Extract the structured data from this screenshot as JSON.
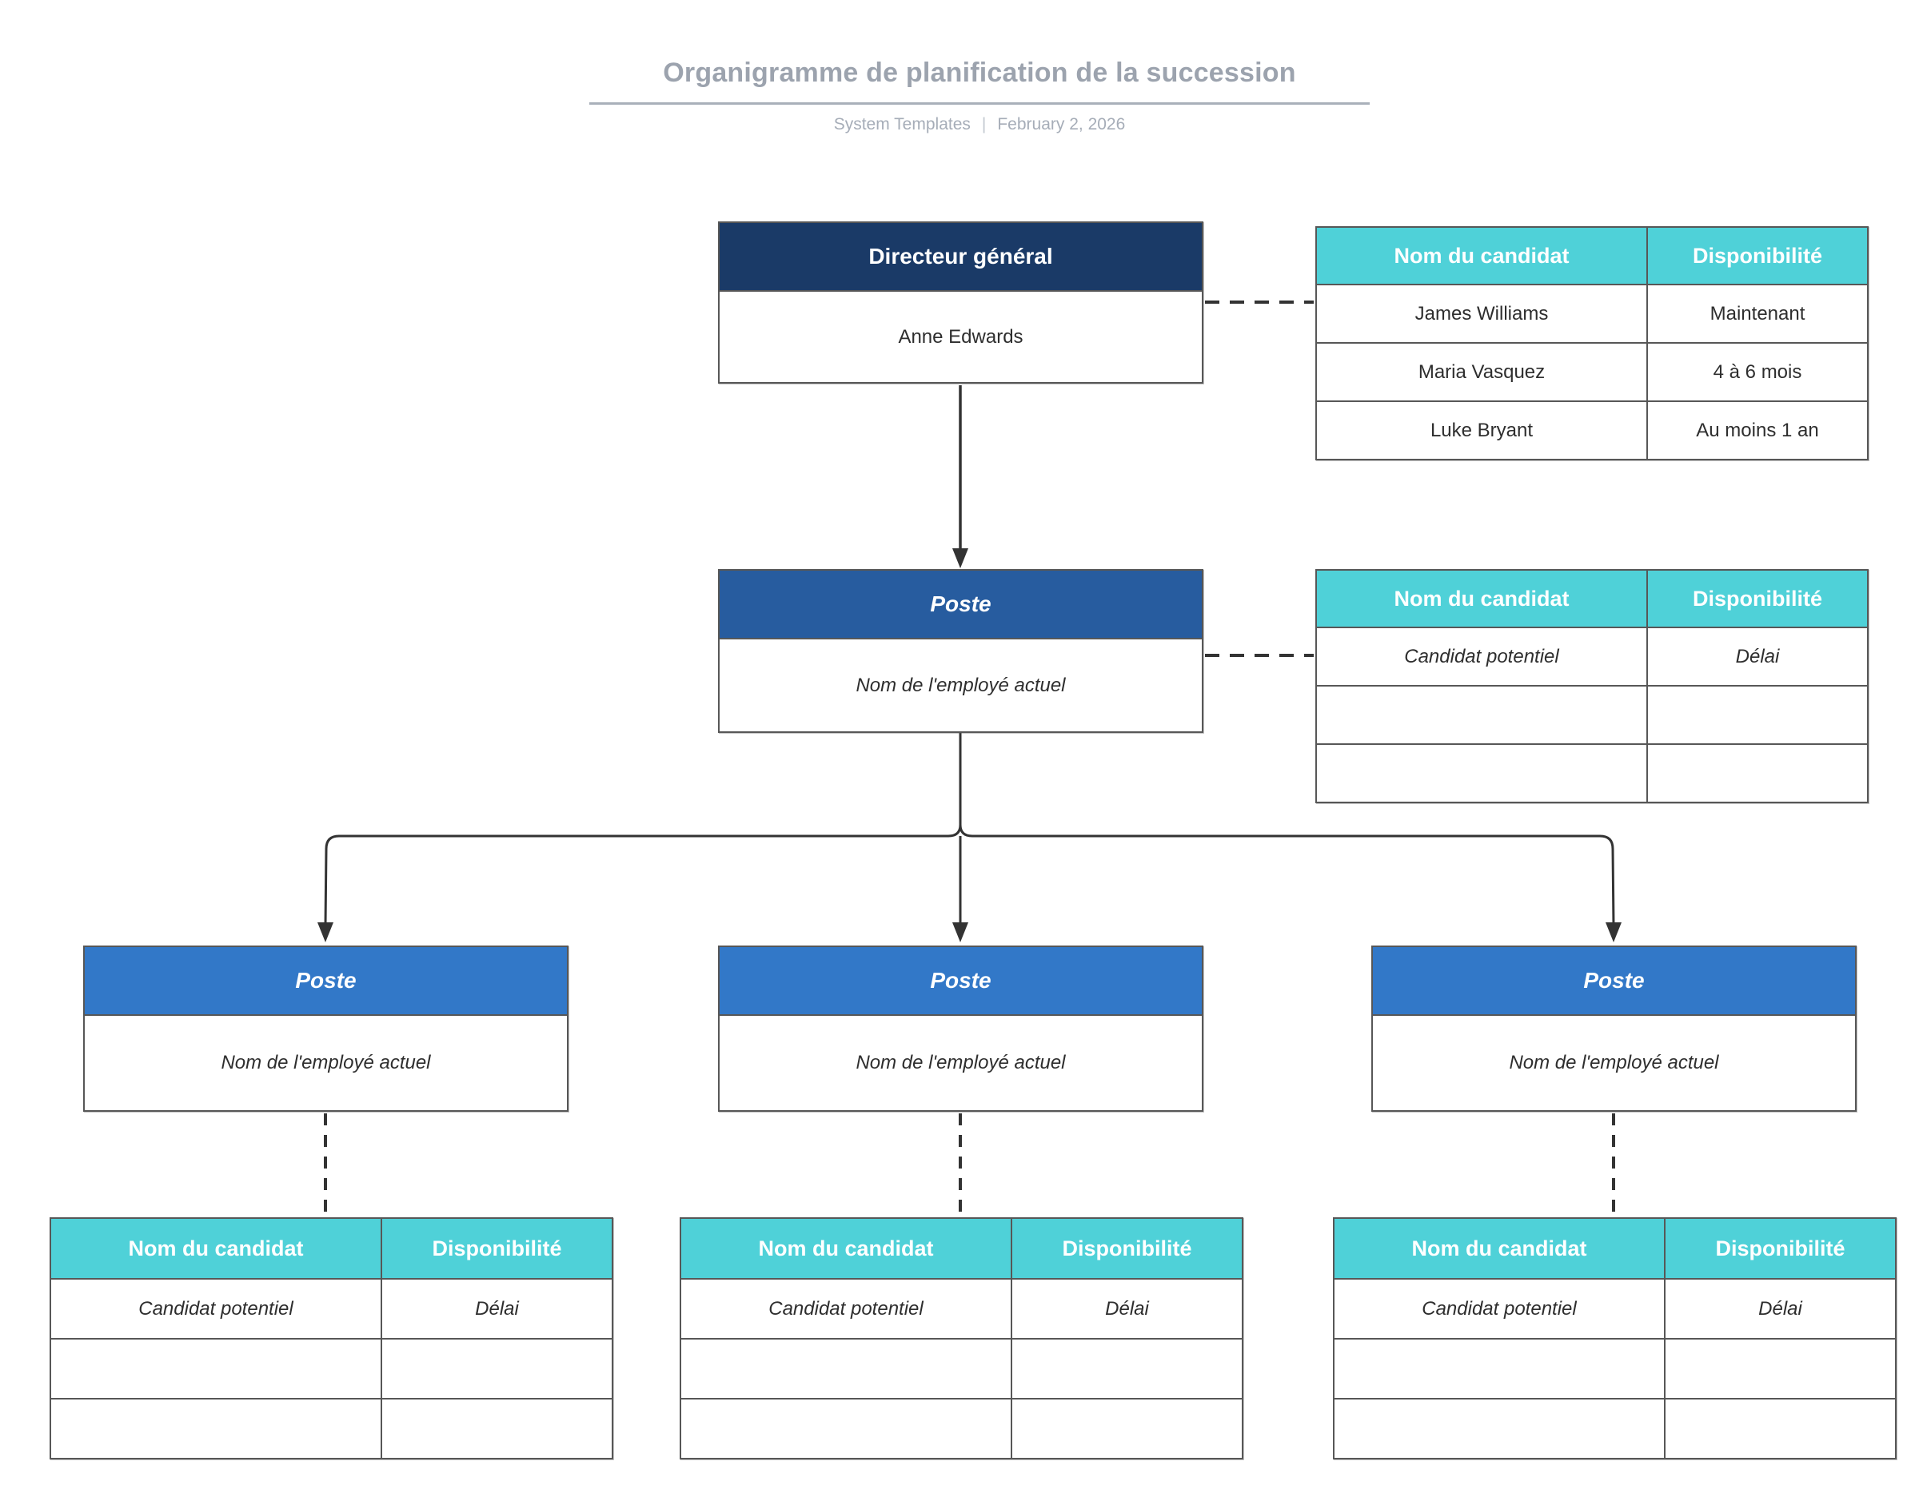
{
  "header": {
    "title": "Organigramme de planification de la succession",
    "source": "System Templates",
    "separator": "|",
    "date": "February 2, 2026"
  },
  "boxes": {
    "root": {
      "role": "Directeur général",
      "employee": "Anne Edwards"
    },
    "mid": {
      "role": "Poste",
      "employee": "Nom de l'employé actuel"
    },
    "bottom_left": {
      "role": "Poste",
      "employee": "Nom de l'employé actuel"
    },
    "bottom_mid": {
      "role": "Poste",
      "employee": "Nom de l'employé actuel"
    },
    "bottom_right": {
      "role": "Poste",
      "employee": "Nom de l'employé actuel"
    }
  },
  "tables": {
    "col_headers": {
      "name": "Nom du candidat",
      "availability": "Disponibilité"
    },
    "root_candidates": {
      "rows": [
        {
          "name": "James Williams",
          "availability": "Maintenant"
        },
        {
          "name": "Maria Vasquez",
          "availability": "4 à 6 mois"
        },
        {
          "name": "Luke Bryant",
          "availability": "Au moins 1 an"
        }
      ]
    },
    "template": {
      "rows": [
        {
          "name": "Candidat potentiel",
          "availability": "Délai"
        },
        {
          "name": "",
          "availability": ""
        },
        {
          "name": "",
          "availability": ""
        }
      ]
    }
  },
  "colors": {
    "root_header": "#1A3A67",
    "mid_header": "#275C9F",
    "bottom_header": "#3278C8",
    "table_header_teal": "#4FD1D8",
    "box_border": "#575757",
    "connector": "#333333",
    "title_gray": "#9CA3AE",
    "subtitle_gray": "#A6ADB8",
    "body_text": "#2E2E2E"
  }
}
